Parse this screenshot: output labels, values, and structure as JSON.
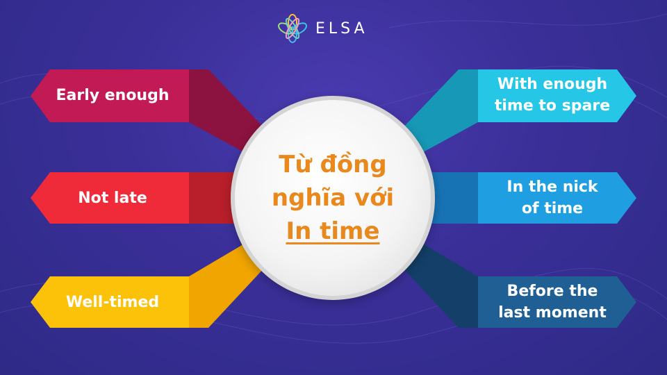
{
  "logo": {
    "text": "ELSA",
    "colors": [
      "#f5c542",
      "#35c8e0",
      "#4fb3f0",
      "#9be07a"
    ]
  },
  "center": {
    "lines": [
      "Từ đồng",
      "nghĩa với"
    ],
    "highlight": "In time",
    "text_color": "#e8881d"
  },
  "synonyms": {
    "left": [
      {
        "lines": [
          "Early enough"
        ],
        "color": "#c21a55",
        "dark": "#8c1240"
      },
      {
        "lines": [
          "Not late"
        ],
        "color": "#ef2b3a",
        "dark": "#b81f2a"
      },
      {
        "lines": [
          "Well-timed"
        ],
        "color": "#fcc20a",
        "dark": "#f0a500"
      }
    ],
    "right": [
      {
        "lines": [
          "With enough",
          "time to spare"
        ],
        "color": "#25c6e6",
        "dark": "#1798b6"
      },
      {
        "lines": [
          "In the nick",
          "of time"
        ],
        "color": "#1f9fe2",
        "dark": "#1873b5"
      },
      {
        "lines": [
          "Before the",
          "last moment"
        ],
        "color": "#1f5f94",
        "dark": "#133f68"
      }
    ]
  },
  "background": {
    "top": "#4a3bb0",
    "bottom": "#2e2a86"
  }
}
